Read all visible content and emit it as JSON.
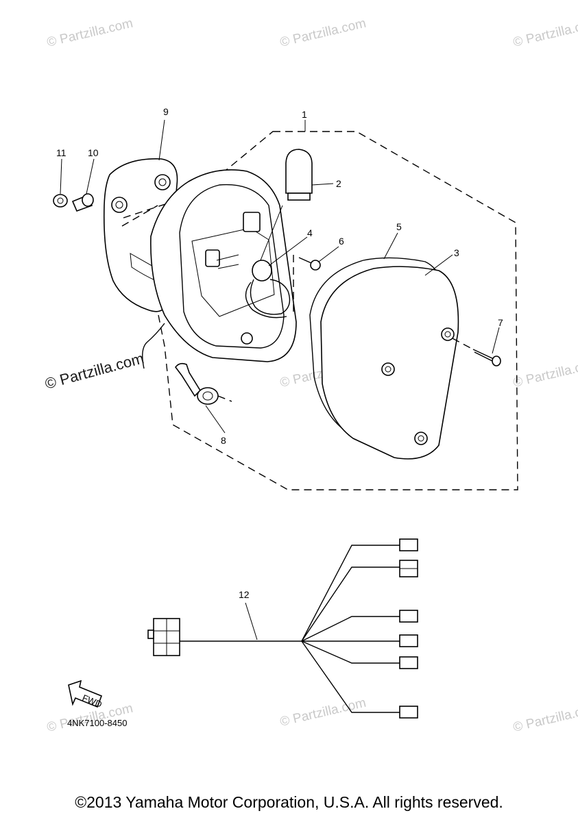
{
  "watermarks": {
    "tag_line": "© Partzilla.com",
    "repeated": "© Partzilla.com"
  },
  "callouts": [
    "1",
    "2",
    "3",
    "4",
    "5",
    "6",
    "7",
    "8",
    "9",
    "10",
    "11",
    "12"
  ],
  "fwd_label": "FWD",
  "part_code": "4NK7100-8450",
  "copyright": "©2013 Yamaha Motor Corporation, U.S.A. All rights reserved."
}
